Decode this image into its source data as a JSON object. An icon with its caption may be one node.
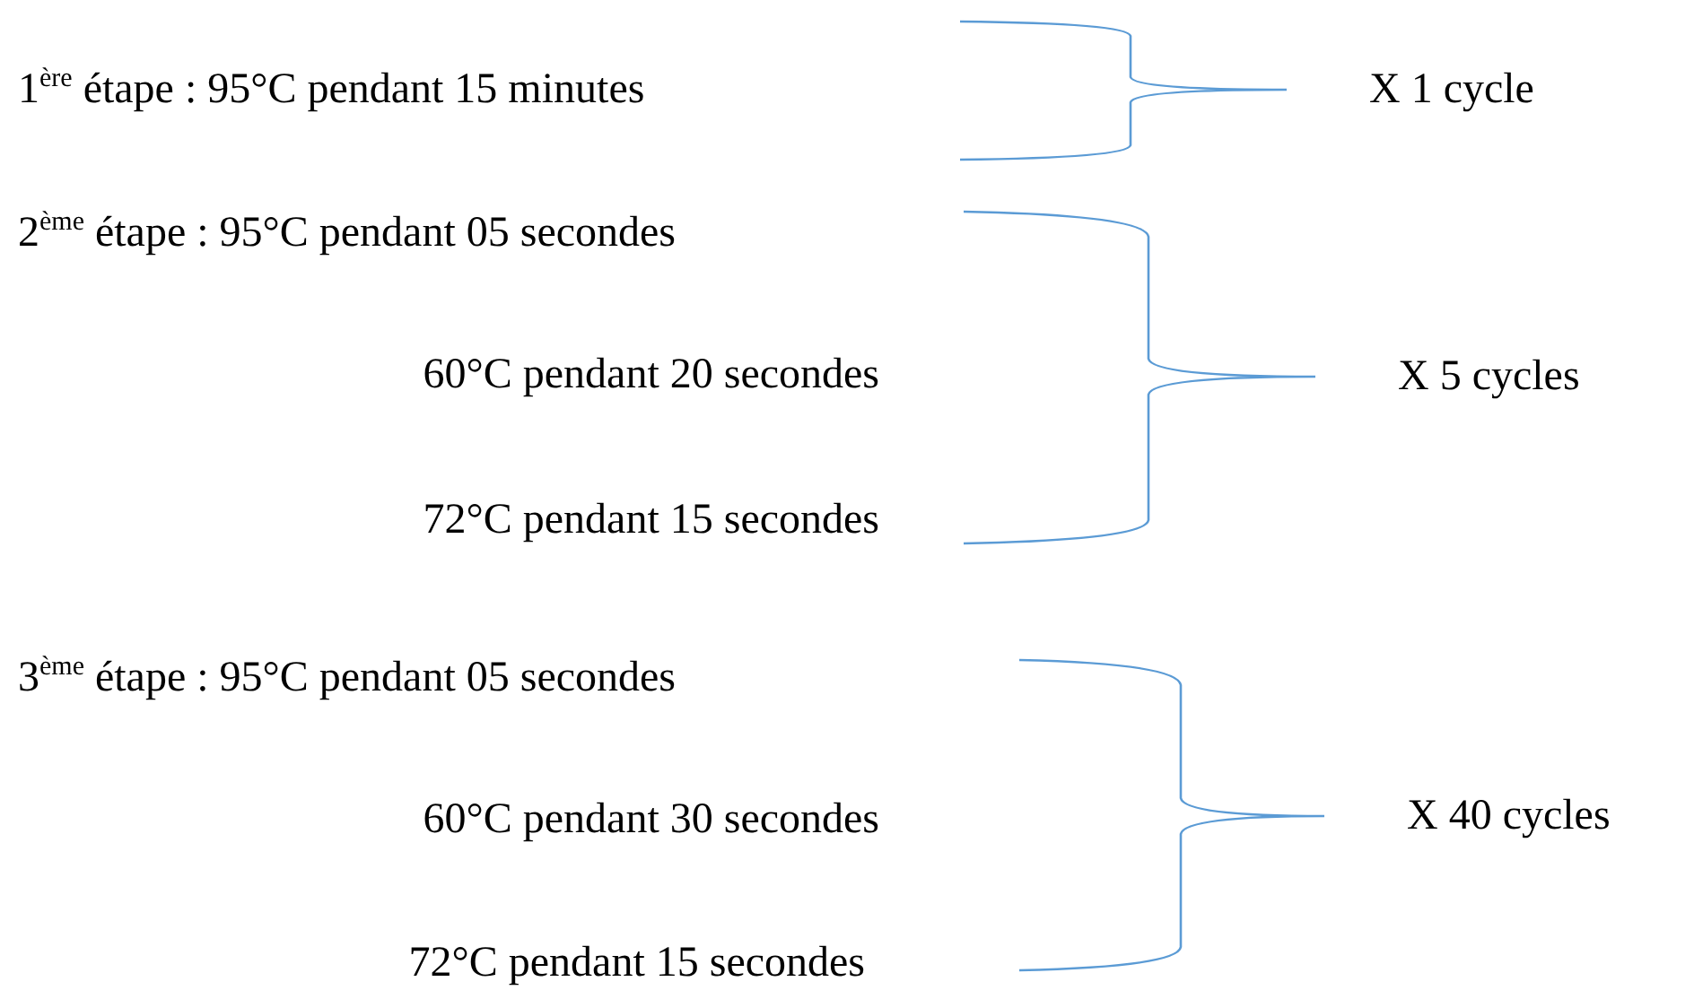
{
  "diagram": {
    "labels": [
      "1$^{ère}$ étape : 95°C pendant 15 minutes",
      "X 1 cycle",
      "2$^{ème}$ étape : 95°C pendant 05 secondes",
      "60°C pendant 20 secondes",
      "X 5 cycles",
      "72°C pendant 15 secondes",
      "3$^{ème}$ étape : 95°C pendant 05 secondes",
      "60°C pendant 30 secondes",
      "X 40 cycles",
      "72°C pendant 15 secondes"
    ]
  }
}
